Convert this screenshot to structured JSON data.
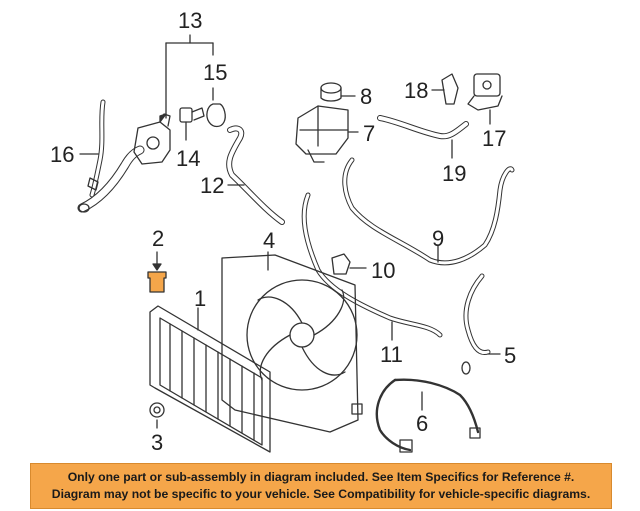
{
  "callouts": {
    "c1": "1",
    "c2": "2",
    "c3": "3",
    "c4": "4",
    "c5": "5",
    "c6": "6",
    "c7": "7",
    "c8": "8",
    "c9": "9",
    "c10": "10",
    "c11": "11",
    "c12": "12",
    "c13": "13",
    "c14": "14",
    "c15": "15",
    "c16": "16",
    "c17": "17",
    "c18": "18",
    "c19": "19"
  },
  "footer": {
    "line1": "Only one part or sub-assembly in diagram included. See Item Specifics for Reference #.",
    "line2": "Diagram may not be specific to your vehicle. See Compatibility for vehicle-specific diagrams."
  },
  "colors": {
    "banner": "#f5a64a",
    "highlight_part": "#f5a64a",
    "line": "#333333"
  }
}
